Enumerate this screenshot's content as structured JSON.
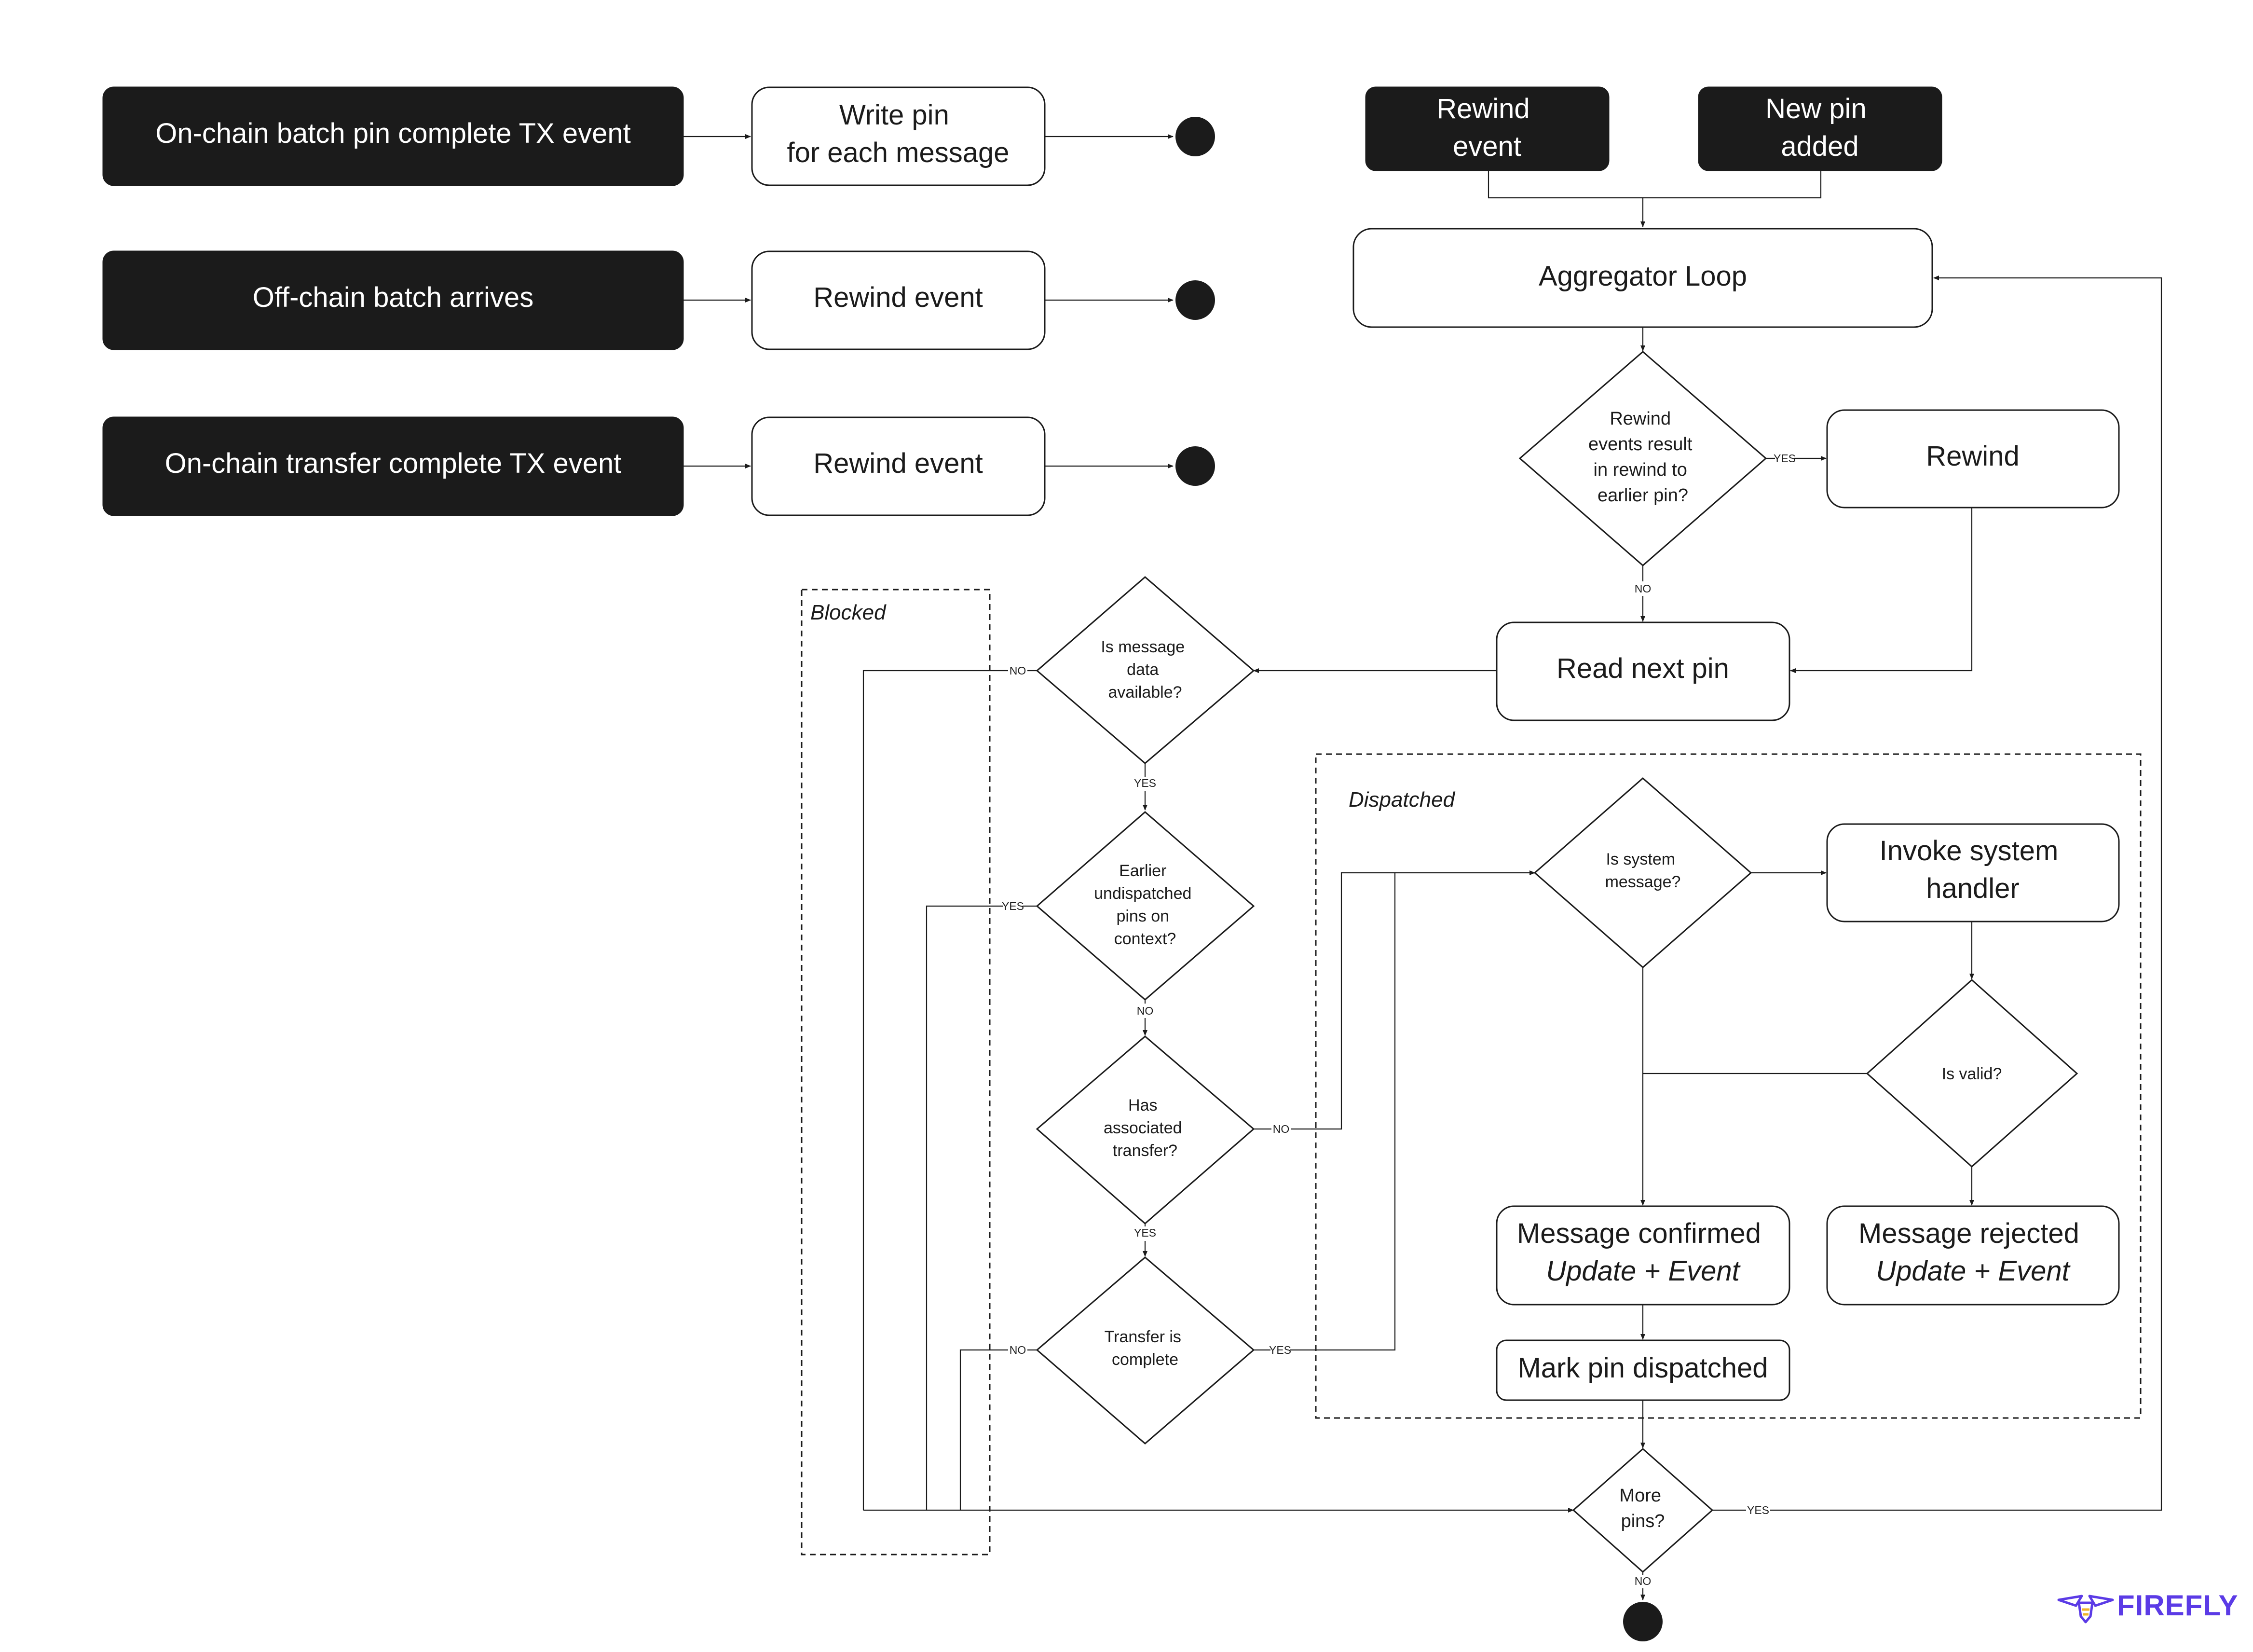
{
  "diagram": {
    "start_boxes": {
      "onchain_batch_pin": "On-chain batch pin complete TX event",
      "offchain_batch": "Off-chain batch arrives",
      "onchain_transfer": "On-chain transfer complete TX event",
      "rewind_event": [
        "Rewind",
        "event"
      ],
      "new_pin_added": [
        "New pin",
        "added"
      ]
    },
    "process_boxes": {
      "write_pin": [
        "Write pin",
        "for each message"
      ],
      "rewind_event_1": "Rewind event",
      "rewind_event_2": "Rewind event",
      "aggregator_loop": "Aggregator Loop",
      "rewind": "Rewind",
      "read_next_pin": "Read next pin",
      "invoke_system_handler": [
        "Invoke system",
        "handler"
      ],
      "message_confirmed": [
        "Message confirmed",
        "Update + Event"
      ],
      "message_rejected": [
        "Message rejected",
        "Update + Event"
      ],
      "mark_pin_dispatched": "Mark pin dispatched"
    },
    "decisions": {
      "rewind_result": [
        "Rewind",
        "events result",
        "in rewind to",
        "earlier pin?"
      ],
      "message_data": [
        "Is message",
        "data",
        "available?"
      ],
      "earlier_undispatched": [
        "Earlier",
        "undispatched",
        "pins on",
        "context?"
      ],
      "has_transfer": [
        "Has",
        "associated",
        "transfer?"
      ],
      "transfer_complete": [
        "Transfer is",
        "complete"
      ],
      "system_message": [
        "Is system",
        "message?"
      ],
      "is_valid": "Is valid?",
      "more_pins": [
        "More",
        "pins?"
      ]
    },
    "edge_labels": {
      "yes": "YES",
      "no": "NO"
    },
    "groups": {
      "blocked": "Blocked",
      "dispatched": "Dispatched"
    },
    "logo": "FIREFLY",
    "colors": {
      "dark_fill": "#1b1b1b",
      "line": "#1b1b1b",
      "logo": "#5b3be6"
    }
  }
}
